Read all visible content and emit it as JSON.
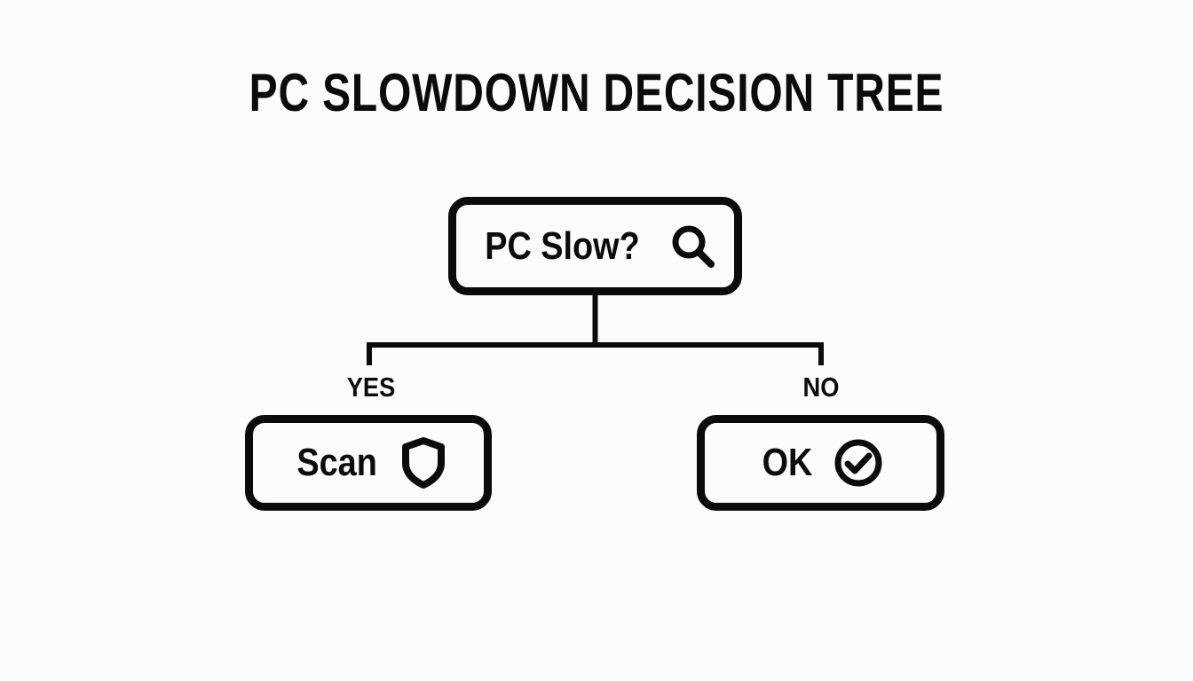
{
  "page": {
    "title": "PC SLOWDOWN DECISION TREE",
    "background_color": "#fcfcfc",
    "ink_color": "#0b0b0b"
  },
  "diagram": {
    "type": "decision-tree",
    "root": {
      "label": "PC Slow?",
      "icon": "search-icon"
    },
    "edges": [
      {
        "label": "YES",
        "to": "scan"
      },
      {
        "label": "NO",
        "to": "ok"
      }
    ],
    "nodes": [
      {
        "id": "scan",
        "label": "Scan",
        "icon": "shield-icon"
      },
      {
        "id": "ok",
        "label": "OK",
        "icon": "check-circle-icon"
      }
    ]
  }
}
